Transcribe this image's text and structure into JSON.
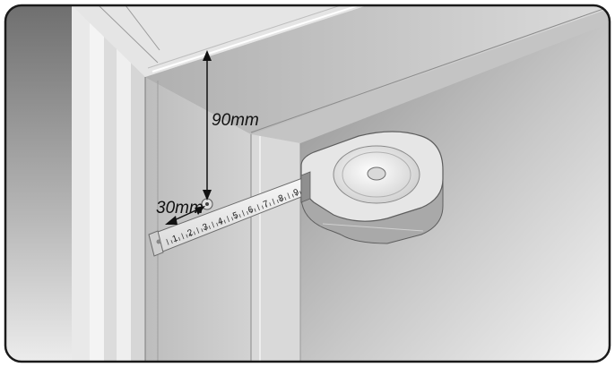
{
  "diagram": {
    "dimensions": {
      "vertical_label": "90mm",
      "horizontal_label": "30mm"
    },
    "tape_numbers": [
      "1",
      "2",
      "3",
      "4",
      "5",
      "6",
      "7",
      "8",
      "9"
    ]
  }
}
